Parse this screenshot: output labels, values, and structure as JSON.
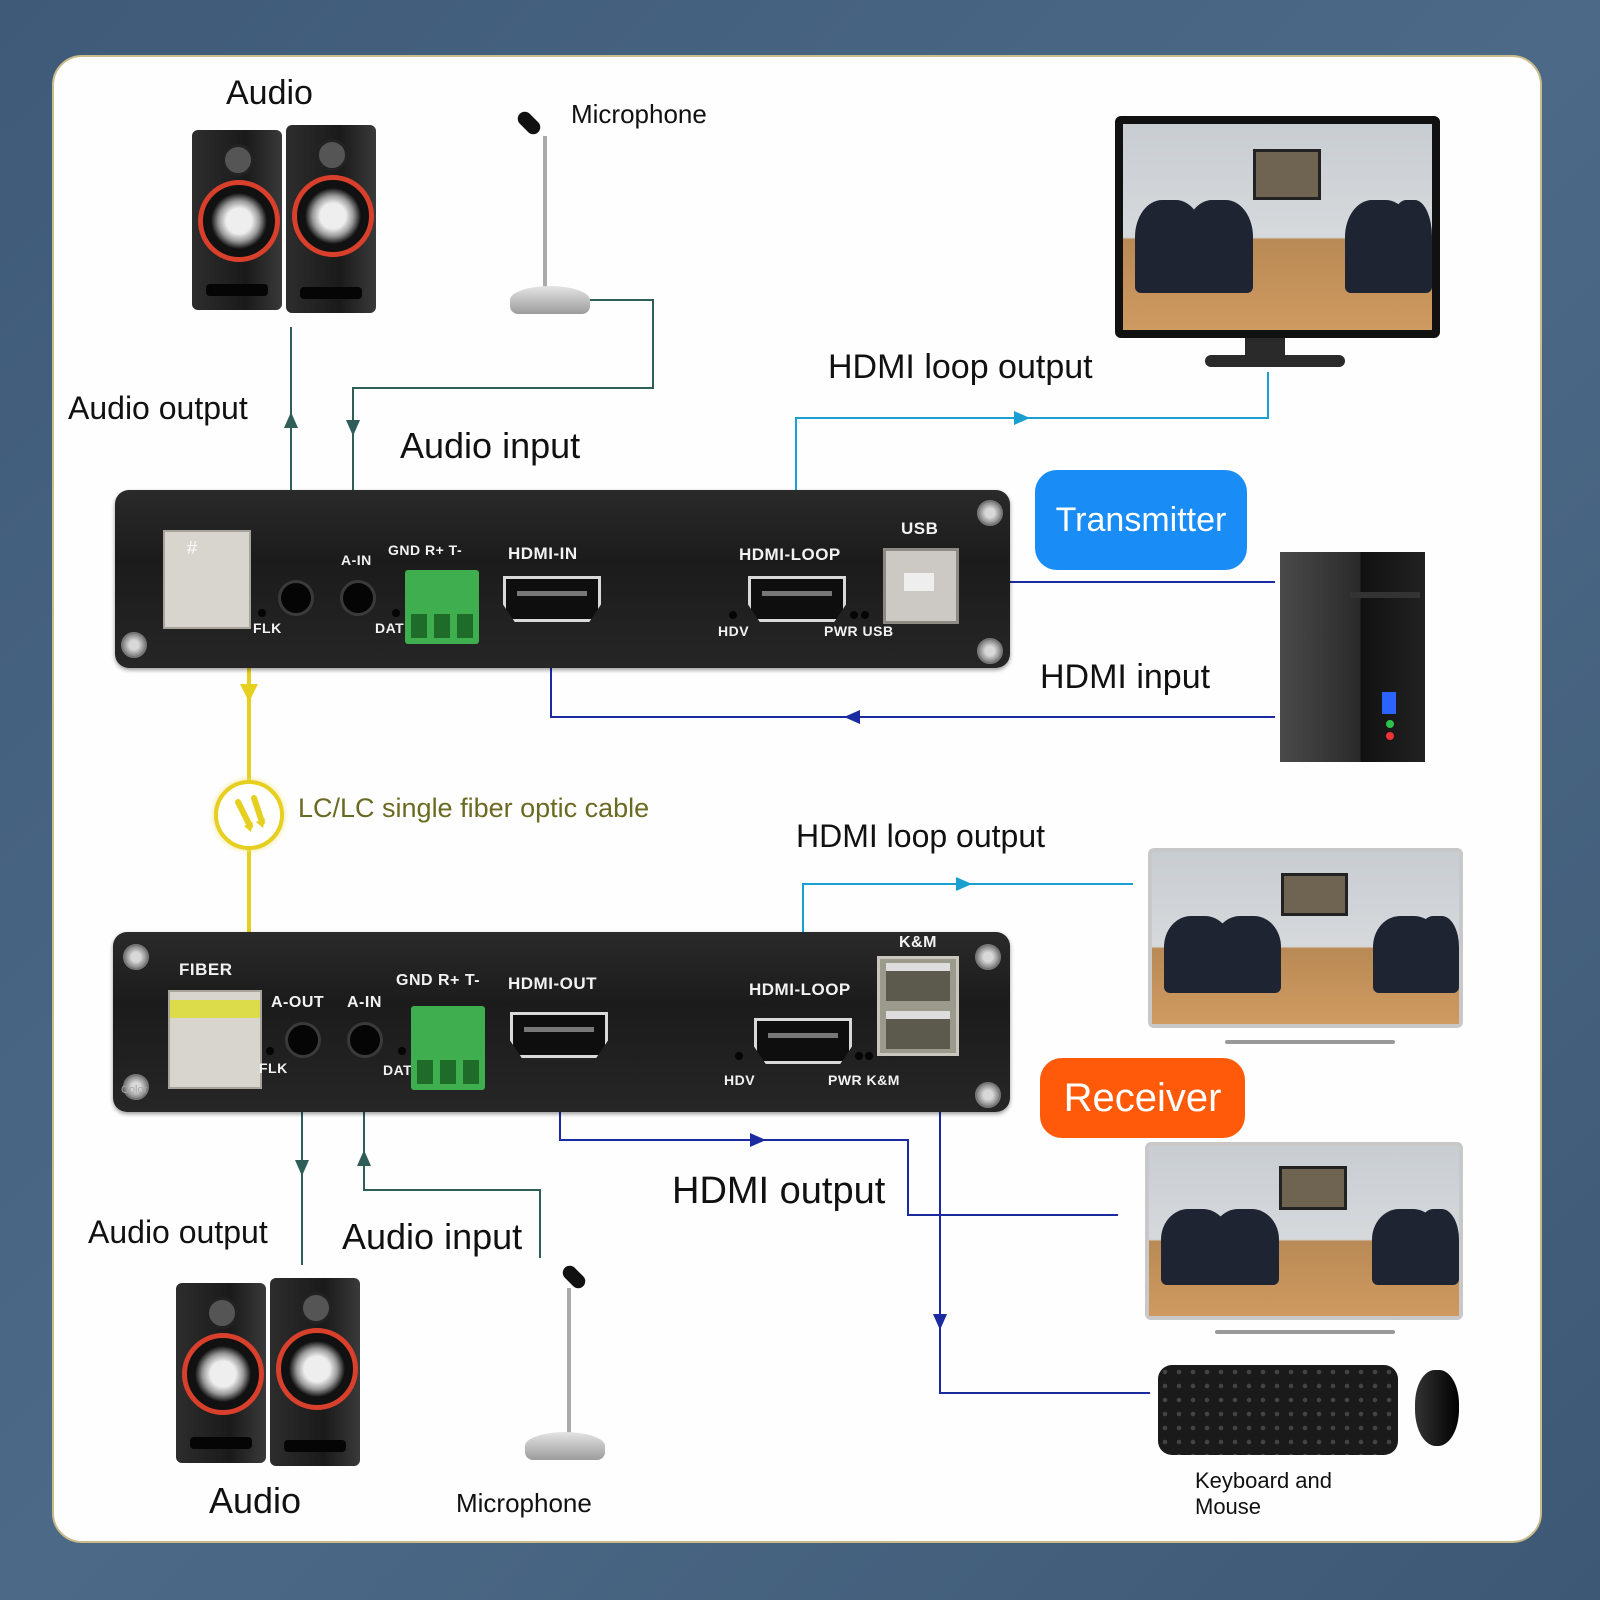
{
  "title": "Fiber optic HDMI KVM extender connection diagram",
  "colors": {
    "background": "#4a6585",
    "panel": "#fefefe",
    "transmitter_badge": "#1a8cf5",
    "receiver_badge": "#ff5a0a",
    "fiber": "#e6cf1e",
    "audio_wire": "#2f5e58",
    "hdmi_loop_wire": "#1aa0d0",
    "hdmi_wire": "#1b2aa0",
    "fiber_label": "#6b6a23"
  },
  "transmitter": {
    "badge": "Transmitter",
    "ports": {
      "fiber_symbol": "#",
      "flk": "FLK",
      "a_in": "A-IN",
      "dat": "DAT",
      "terminal": "GND  R+  T-",
      "hdmi_in": "HDMI-IN",
      "hdmi_loop": "HDMI-LOOP",
      "usb": "USB",
      "hdv": "HDV",
      "pwr_usb": "PWR USB"
    },
    "labels": {
      "audio_device": "Audio",
      "microphone": "Microphone",
      "audio_output": "Audio output",
      "audio_input": "Audio input",
      "hdmi_loop_output": "HDMI loop output",
      "hdmi_input": "HDMI input"
    }
  },
  "fiber_cable": {
    "label": "LC/LC single fiber optic cable"
  },
  "receiver": {
    "badge": "Receiver",
    "ports": {
      "fiber": "FIBER",
      "flk": "FLK",
      "a_out": "A-OUT",
      "a_in": "A-IN",
      "dat": "DAT",
      "terminal": "GND R+ T-",
      "hdmi_out": "HDMI-OUT",
      "hdmi_loop": "HDMI-LOOP",
      "km": "K&M",
      "hdv": "HDV",
      "pwr_km": "PWR K&M",
      "color_mark": "Color"
    },
    "labels": {
      "hdmi_loop_output": "HDMI loop output",
      "hdmi_output": "HDMI output",
      "audio_output": "Audio output",
      "audio_input": "Audio input",
      "audio_device": "Audio",
      "microphone": "Microphone",
      "keyboard_mouse_line1": "Keyboard and",
      "keyboard_mouse_line2": "Mouse"
    }
  }
}
